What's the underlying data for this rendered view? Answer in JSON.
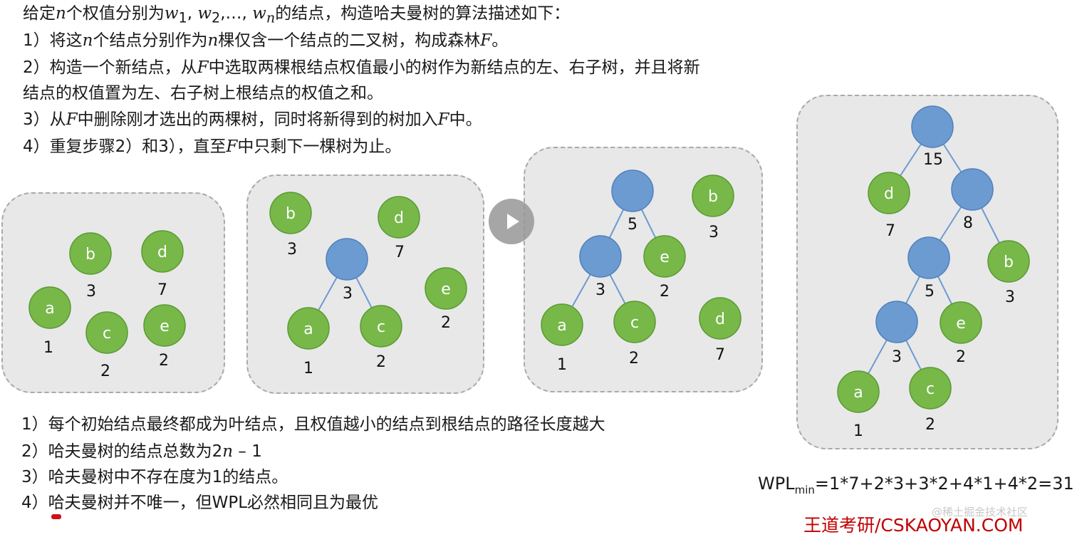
{
  "intro": {
    "p1": "给定",
    "n": "n",
    "p2": "个权值分别为",
    "w": "w",
    "s1": "1",
    "c1": ", ",
    "w2": "w",
    "s2": "2",
    "c2": ",…, ",
    "wn": "w",
    "sn": "n",
    "p3": "的结点，构造哈夫曼树的算法描述如下："
  },
  "steps": {
    "s1_a": "1）将这",
    "s1_n": "n",
    "s1_b": "个结点分别作为",
    "s1_n2": "n",
    "s1_c": "棵仅含一个结点的二叉树，构成森林",
    "s1_F": "F",
    "s1_d": "。",
    "s2_a": "2）构造一个新结点，从",
    "s2_F": "F",
    "s2_b": "中选取两棵根结点权值最小的树作为新结点的左、右子树，并且将新",
    "s2_c": "结点的权值置为左、右子树上根结点的权值之和。",
    "s3_a": "3）从",
    "s3_F": "F",
    "s3_b": "中删除刚才选出的两棵树，同时将新得到的树加入",
    "s3_F2": "F",
    "s3_c": "中。",
    "s4_a": "4）重复步骤2）和3），直至",
    "s4_F": "F",
    "s4_b": "中只剩下一棵树为止。"
  },
  "diagram": {
    "panel1": {
      "nodes": [
        {
          "label": "a",
          "weight": "1"
        },
        {
          "label": "b",
          "weight": "3"
        },
        {
          "label": "c",
          "weight": "2"
        },
        {
          "label": "d",
          "weight": "7"
        },
        {
          "label": "e",
          "weight": "2"
        }
      ]
    },
    "panel2": {
      "nodes": [
        {
          "label": "b",
          "weight": "3"
        },
        {
          "label": "d",
          "weight": "7"
        },
        {
          "label": "",
          "weight": "3"
        },
        {
          "label": "e",
          "weight": "2"
        },
        {
          "label": "a",
          "weight": "1"
        },
        {
          "label": "c",
          "weight": "2"
        }
      ]
    },
    "panel3": {
      "nodes": [
        {
          "label": "",
          "weight": "5"
        },
        {
          "label": "b",
          "weight": "3"
        },
        {
          "label": "",
          "weight": "3"
        },
        {
          "label": "e",
          "weight": "2"
        },
        {
          "label": "a",
          "weight": "1"
        },
        {
          "label": "c",
          "weight": "2"
        },
        {
          "label": "d",
          "weight": "7"
        }
      ]
    },
    "panel4": {
      "nodes": [
        {
          "label": "",
          "weight": "15"
        },
        {
          "label": "d",
          "weight": "7"
        },
        {
          "label": "",
          "weight": "8"
        },
        {
          "label": "",
          "weight": "5"
        },
        {
          "label": "b",
          "weight": "3"
        },
        {
          "label": "",
          "weight": "3"
        },
        {
          "label": "e",
          "weight": "2"
        },
        {
          "label": "a",
          "weight": "1"
        },
        {
          "label": "c",
          "weight": "2"
        }
      ]
    },
    "colors": {
      "leaf": "#77b849",
      "internal": "#6c9bd2",
      "panel": "#e8e8e8"
    }
  },
  "properties": {
    "p1": "1）每个初始结点最终都成为叶结点，且权值越小的结点到根结点的路径长度越大",
    "p2_a": "2）哈夫曼树的结点总数为2",
    "p2_n": "n",
    "p2_b": " – 1",
    "p3": "3）哈夫曼树中不存在度为1的结点。",
    "p4": "4）哈夫曼树并不唯一，但WPL必然相同且为最优"
  },
  "wpl": {
    "main": "WPL",
    "sub": "min",
    "expr": "=1*7+2*3+3*2+4*1+4*2=31"
  },
  "brand": "王道考研/CSKAOYAN.COM",
  "watermark": "@稀土掘金技术社区",
  "video": {
    "play_icon": "play-icon"
  }
}
